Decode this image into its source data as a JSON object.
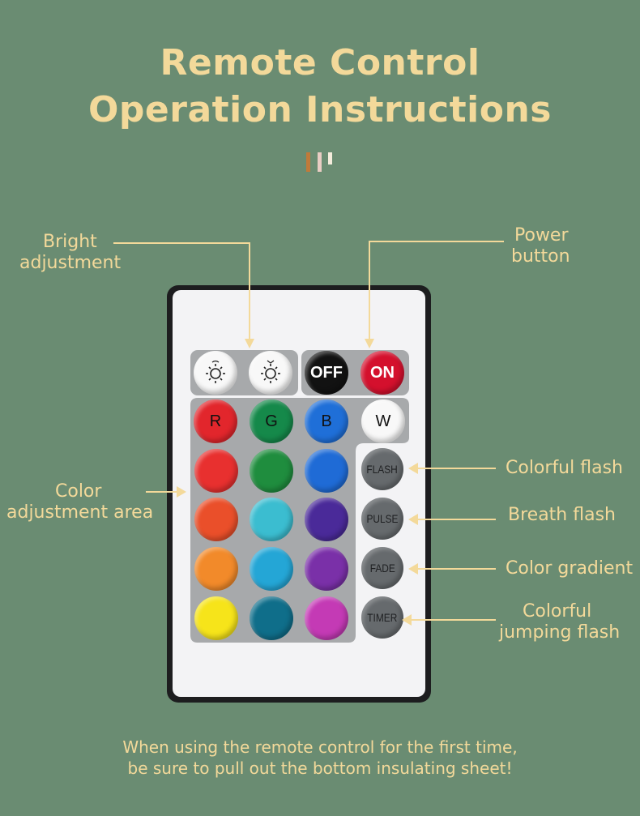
{
  "title": {
    "line1": "Remote  Control",
    "line2": "Operation  Instructions"
  },
  "labels": {
    "bright_line1": "Bright",
    "bright_line2": "adjustment",
    "power_line1": "Power",
    "power_line2": "button",
    "color_line1": "Color",
    "color_line2": "adjustment area",
    "flash": "Colorful flash",
    "breath": "Breath flash",
    "gradient": "Color gradient",
    "jump_line1": "Colorful",
    "jump_line2": "jumping flash"
  },
  "buttons": {
    "off": "OFF",
    "on": "ON",
    "r": "R",
    "g": "G",
    "b": "B",
    "w": "W",
    "flash": "FLASH",
    "pulse": "PULSE",
    "fade": "FADE",
    "timer": "TIMER"
  },
  "footer": {
    "line1": "When using the remote control for the first time,",
    "line2": "be sure to pull out the bottom insulating sheet!"
  },
  "colors": {
    "background": "#6a8c72",
    "accent": "#f3d99a",
    "grid": [
      "#e8302f",
      "#1f8d3e",
      "#1f6bd6",
      "#ea4f2a",
      "#3bbd5a",
      "#2f8fe6",
      "#f0651f",
      "#34b8cf",
      "#4a2a99",
      "#f28a2a",
      "#24a6d6",
      "#7a30a8",
      "#f6e41a",
      "#0f6e8a",
      "#c43ab5"
    ]
  }
}
